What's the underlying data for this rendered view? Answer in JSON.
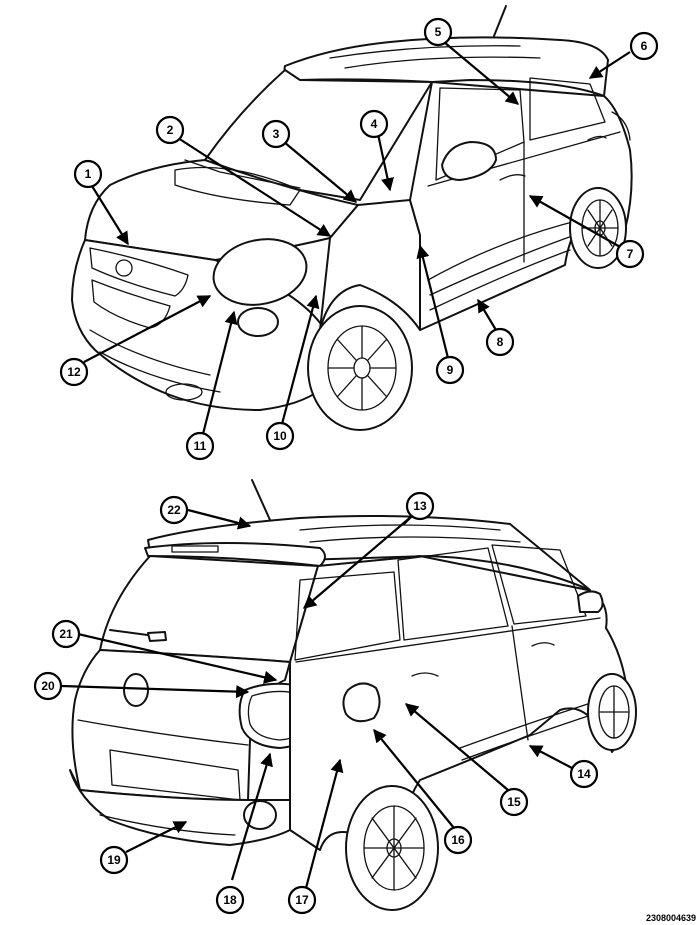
{
  "figure_id": "2308004639",
  "callouts": {
    "front": [
      "1",
      "2",
      "3",
      "4",
      "5",
      "6",
      "7",
      "8",
      "9",
      "10",
      "11",
      "12"
    ],
    "rear": [
      "13",
      "14",
      "15",
      "16",
      "17",
      "18",
      "19",
      "20",
      "21",
      "22"
    ]
  }
}
